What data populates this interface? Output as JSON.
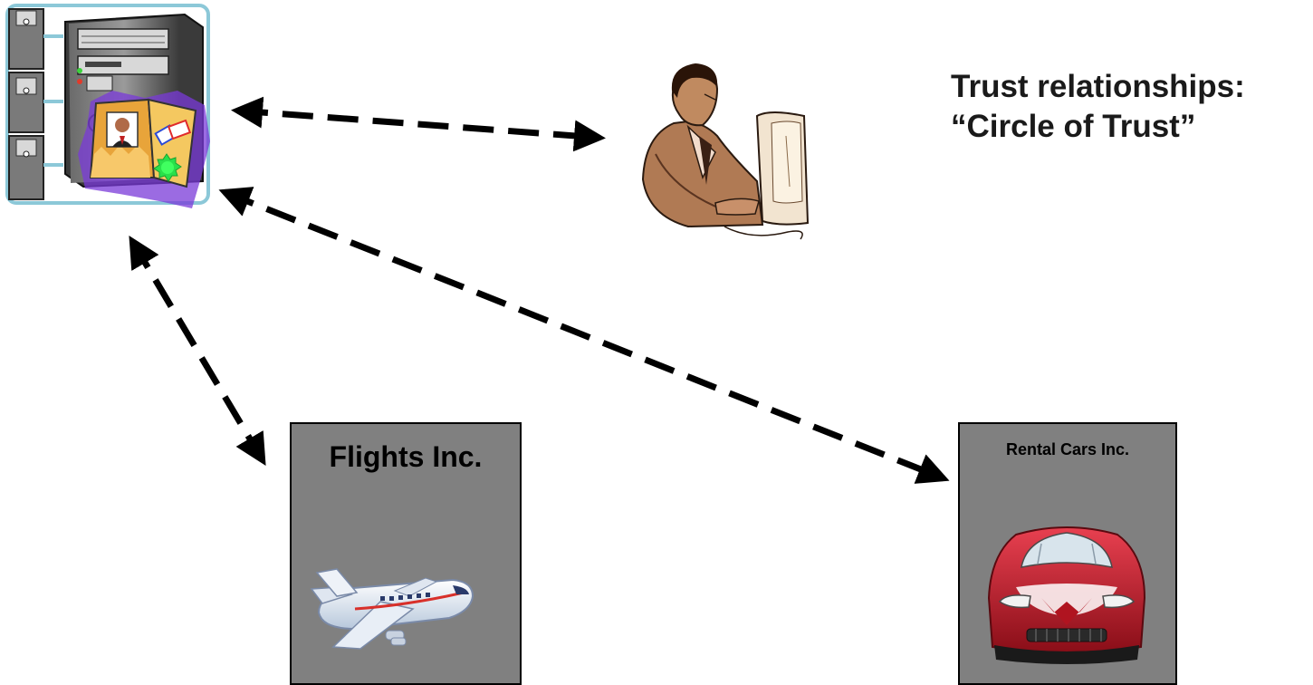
{
  "title": {
    "line1": "Trust relationships:",
    "line2": "“Circle of Trust”"
  },
  "service_providers": [
    {
      "label": "Flights Inc.",
      "icon": "airplane-icon"
    },
    {
      "label": "Rental Cars Inc.",
      "icon": "car-icon"
    }
  ],
  "identity_provider": {
    "icon": "server-with-id-card-icon"
  },
  "user": {
    "icon": "person-at-computer-icon"
  },
  "colors": {
    "box_fill": "#808080",
    "arrow": "#000000",
    "server_frame": "#8cc8d8",
    "car": "#c8202e",
    "plane": "#e8eef6"
  }
}
